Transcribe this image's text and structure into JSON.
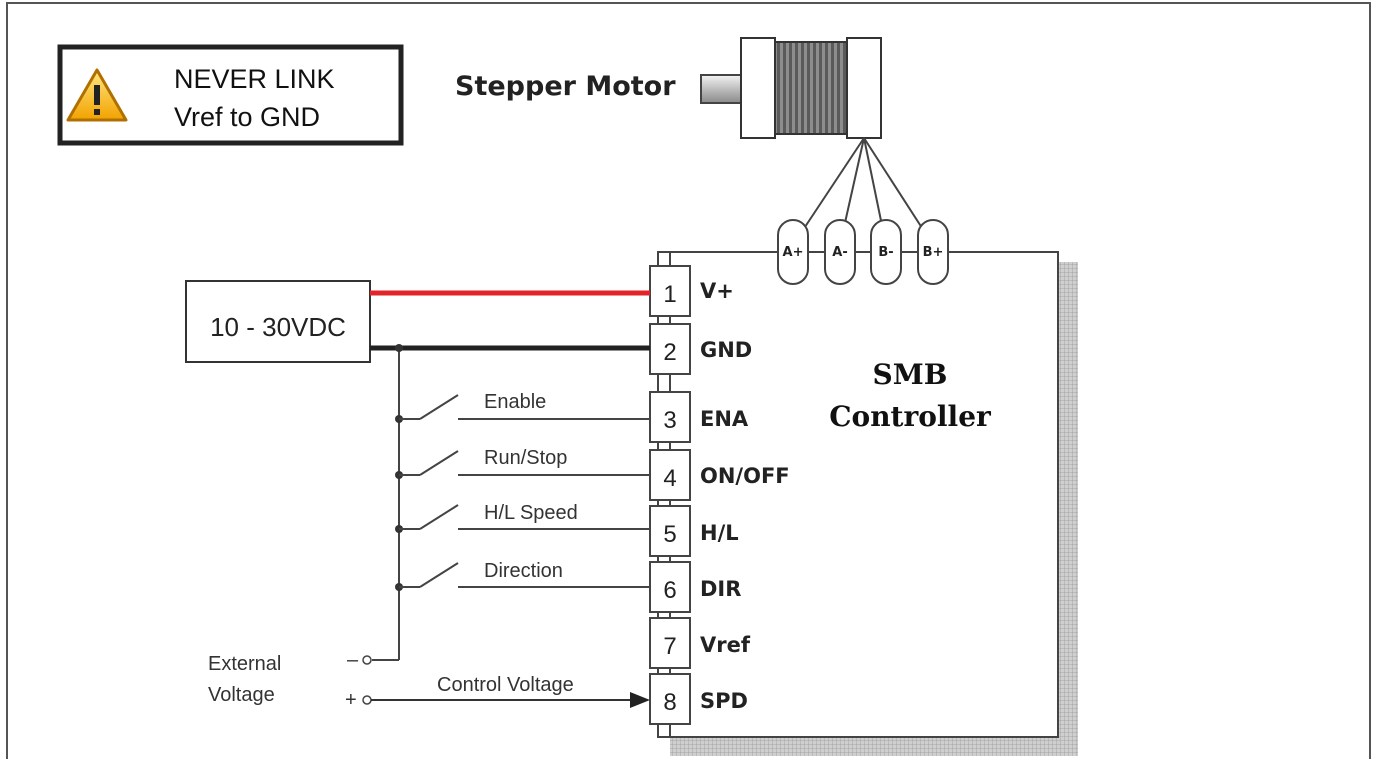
{
  "warning": {
    "line1": "NEVER LINK",
    "line2": "Vref  to GND",
    "icon": "warning-triangle-icon"
  },
  "motor": {
    "label": "Stepper Motor",
    "wires": [
      "A+",
      "A-",
      "B-",
      "B+"
    ]
  },
  "power_supply": {
    "label": "10 - 30VDC",
    "positive_wire_color": "#e0242a",
    "negative_wire_color": "#222222"
  },
  "controller": {
    "title_line1": "SMB",
    "title_line2": "Controller",
    "terminals": [
      {
        "number": "1",
        "name": "V+"
      },
      {
        "number": "2",
        "name": "GND"
      },
      {
        "number": "3",
        "name": "ENA"
      },
      {
        "number": "4",
        "name": "ON/OFF"
      },
      {
        "number": "5",
        "name": "H/L"
      },
      {
        "number": "6",
        "name": "DIR"
      },
      {
        "number": "7",
        "name": "Vref"
      },
      {
        "number": "8",
        "name": "SPD"
      }
    ]
  },
  "switches": [
    {
      "label": "Enable"
    },
    {
      "label": "Run/Stop"
    },
    {
      "label": "H/L Speed"
    },
    {
      "label": "Direction"
    }
  ],
  "external_voltage": {
    "line1": "External",
    "line2": "Voltage",
    "minus": "–",
    "plus": "+",
    "control_label": "Control Voltage"
  }
}
